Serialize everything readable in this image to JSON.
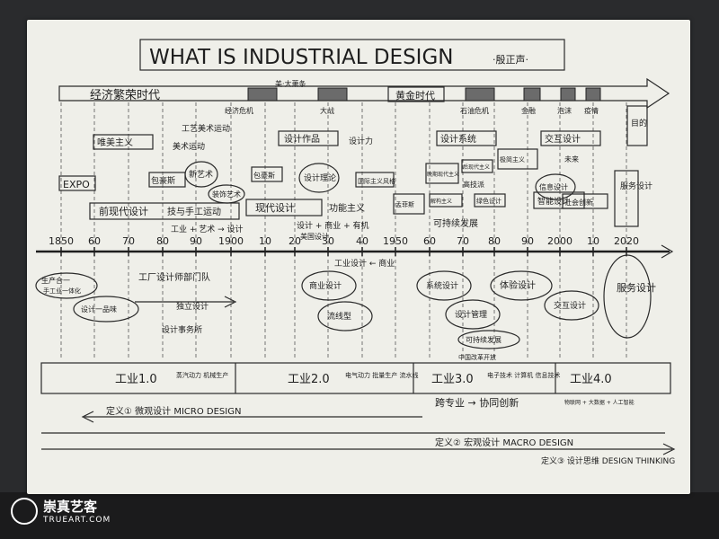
{
  "title": "WHAT IS INDUSTRIAL DESIGN",
  "author": "·殷正声·",
  "eras": {
    "boom": "经济繁荣时代",
    "depression": "美·大萧条",
    "crisis": "经济危机",
    "war": "大战",
    "golden": "黄金时代",
    "oil": "石油危机",
    "fin1": "金融",
    "fin2": "泡沫",
    "fin3": "疫情"
  },
  "upper_labels": {
    "arts_crafts": "工艺美术运动",
    "aesthetic": "唯美主义",
    "construct": "美术运动",
    "art_nouveau": "新艺术",
    "deco": "装饰艺术",
    "bauhaus": "包豪斯",
    "bauhaus2": "包豪斯",
    "design_theory": "设计理论",
    "design_force": "设计力",
    "design_work": "设计作品",
    "intl_style": "国际主义风格",
    "sys_design": "设计系统",
    "late_modern": "晚期现代主义",
    "postmodern": "后现代主义",
    "high_tech": "高技派",
    "memphis": "孟菲斯",
    "deconstruct": "解构主义",
    "minimal": "极简主义",
    "green": "绿色设计",
    "interactive": "交互设计",
    "info_design": "信息设计",
    "social_innov": "社会创新",
    "future": "未来",
    "expo": "EXPO",
    "pre_modern": "前现代设计",
    "craft_move": "技与手工运动",
    "modern": "现代设计",
    "industrial_art": "工业 + 艺术 → 设计",
    "functional": "功能主义",
    "commercial": "设计 + 商业 + 有机",
    "us_design": "美国设计",
    "sustain": "可持续发展",
    "smart": "智能设计",
    "service": "服务设计",
    "purpose": "目的"
  },
  "timeline": [
    "1850",
    "60",
    "70",
    "80",
    "90",
    "1900",
    "10",
    "20",
    "30",
    "40",
    "1950",
    "60",
    "70",
    "80",
    "90",
    "2000",
    "10",
    "2020"
  ],
  "lower": {
    "craft": "生产合一",
    "union": "手工业一体化",
    "one_product": "设计一品味",
    "dept": "工厂设计师部门队",
    "indep": "独立设计",
    "office": "设计事务所",
    "commercial_design": "商业设计",
    "styling": "流线型",
    "streamline": "工业设计 ← 商业",
    "consult": "系统设计",
    "mgmt": "设计管理",
    "exp": "体验设计",
    "inter": "交互设计",
    "service_circle": "服务设计",
    "sustain_low": "可持续发展",
    "china": "中国改革开放"
  },
  "industry": {
    "i1": "工业1.0",
    "i1_note": "蒸汽动力 机械生产",
    "i2": "工业2.0",
    "i2_note": "电气动力 批量生产 流水线",
    "i3": "工业3.0",
    "i3_note": "电子技术 计算机 信息技术",
    "i4": "工业4.0",
    "i4_note": "物联网 + 大数据 + 人工智能"
  },
  "cross": "跨专业 → 协同创新",
  "defs": {
    "d1": "定义① 微观设计 MICRO DESIGN",
    "d2": "定义② 宏观设计 MACRO DESIGN",
    "d3": "定义③ 设计思维 DESIGN THINKING"
  },
  "watermark": {
    "cn": "崇真艺客",
    "en": "TRUEART.COM"
  }
}
